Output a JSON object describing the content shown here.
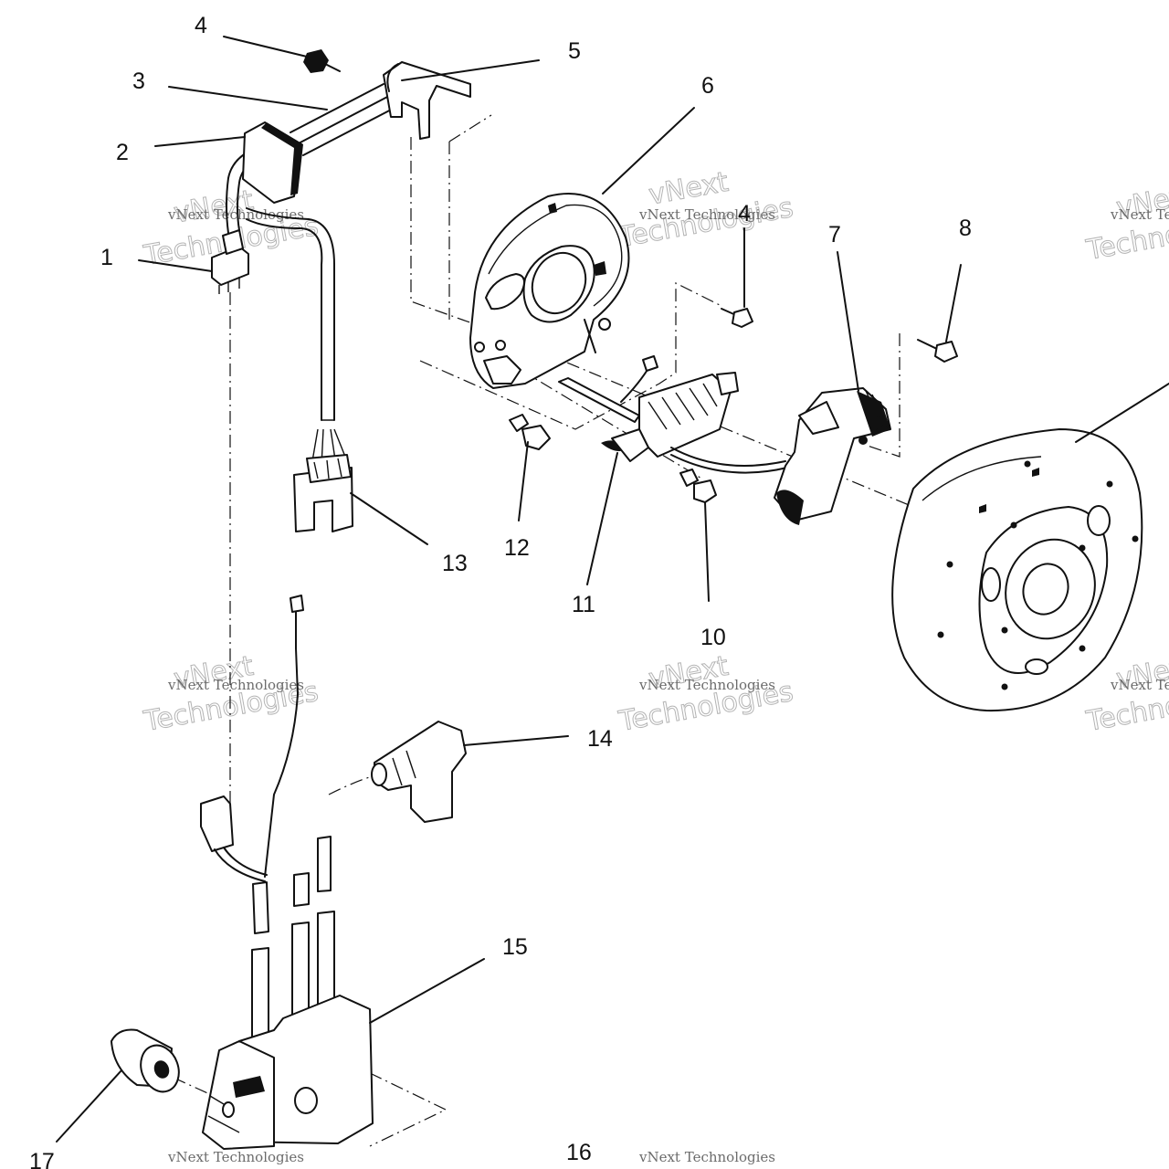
{
  "callouts": [
    {
      "id": "1",
      "label": "1"
    },
    {
      "id": "2",
      "label": "2"
    },
    {
      "id": "3",
      "label": "3"
    },
    {
      "id": "4a",
      "label": "4"
    },
    {
      "id": "5",
      "label": "5"
    },
    {
      "id": "6",
      "label": "6"
    },
    {
      "id": "4b",
      "label": "4"
    },
    {
      "id": "7",
      "label": "7"
    },
    {
      "id": "8",
      "label": "8"
    },
    {
      "id": "10",
      "label": "10"
    },
    {
      "id": "11",
      "label": "11"
    },
    {
      "id": "12",
      "label": "12"
    },
    {
      "id": "13",
      "label": "13"
    },
    {
      "id": "14",
      "label": "14"
    },
    {
      "id": "15",
      "label": "15"
    },
    {
      "id": "16",
      "label": "16"
    },
    {
      "id": "17",
      "label": "17"
    }
  ],
  "watermark": {
    "brand": "vNext",
    "line": "vNext Technologies",
    "word": "Technologies"
  }
}
